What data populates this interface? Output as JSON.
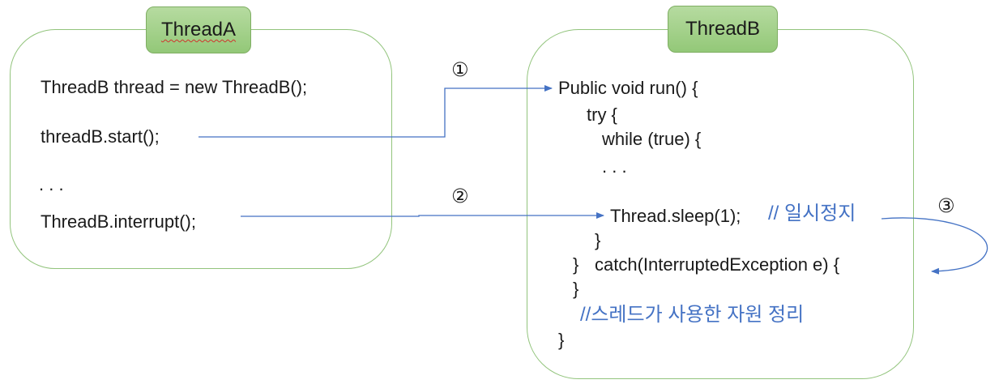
{
  "thread_a": {
    "title": "ThreadA",
    "lines": [
      "ThreadB thread = new ThreadB();",
      "threadB.start();",
      ". . .",
      "ThreadB.interrupt();"
    ]
  },
  "thread_b": {
    "title": "ThreadB",
    "lines": [
      "Public void run() {",
      "try {",
      "while (true) {",
      ". . .",
      "Thread.sleep(1);",
      "}",
      "}",
      "catch(InterruptedException e) {",
      "}",
      "}"
    ],
    "sleep_comment": "// 일시정지",
    "cleanup_comment": "//스레드가 사용한 자원 정리"
  },
  "markers": [
    "①",
    "②",
    "③"
  ],
  "colors": {
    "box_border": "#92c47c",
    "tab_fill": "#a8d48c",
    "arrow": "#4472c4",
    "comment": "#4472c4"
  }
}
